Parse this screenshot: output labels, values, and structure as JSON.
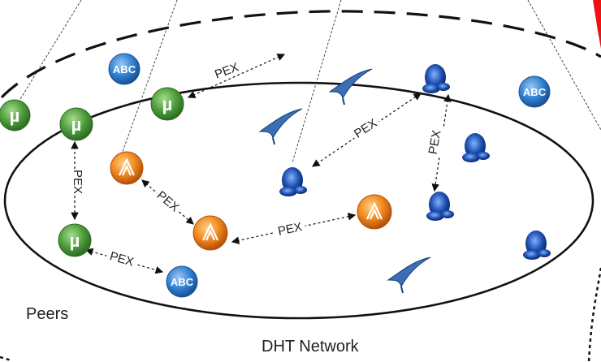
{
  "labels": {
    "peers": "Peers",
    "dht_network": "DHT Network",
    "pex": "PEX"
  },
  "icons": {
    "utorrent": {
      "glyph": "µ",
      "color": "#4c9a3a"
    },
    "abc": {
      "glyph": "ABC",
      "color": "#2f7fd0"
    },
    "bittorrent": {
      "color": "#e8781a"
    },
    "vuze_frog": {
      "color": "#1e4fb0"
    },
    "transmission_bird": {
      "color": "#3a6fb6"
    }
  },
  "colors": {
    "line": "#111111",
    "accent_red": "#ee1111"
  }
}
